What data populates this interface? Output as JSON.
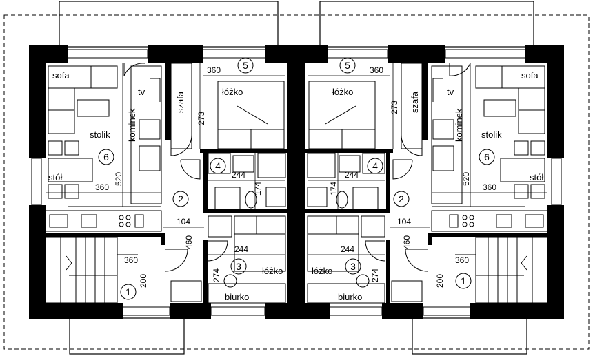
{
  "labels": {
    "sofa": "sofa",
    "bed": "łóżko",
    "wardrobe": "szafa",
    "tv": "tv",
    "fireplace": "kominek",
    "coffee_table": "stolik",
    "table": "stół",
    "desk": "biurko"
  },
  "numbers": {
    "r1": "1",
    "r2": "2",
    "r3": "3",
    "r4": "4",
    "r5": "5",
    "r6": "6"
  },
  "dims": {
    "d360": "360",
    "d273": "273",
    "d520": "520",
    "d244": "244",
    "d174": "174",
    "d104": "104",
    "d460": "460",
    "d274": "274",
    "d200": "200"
  }
}
